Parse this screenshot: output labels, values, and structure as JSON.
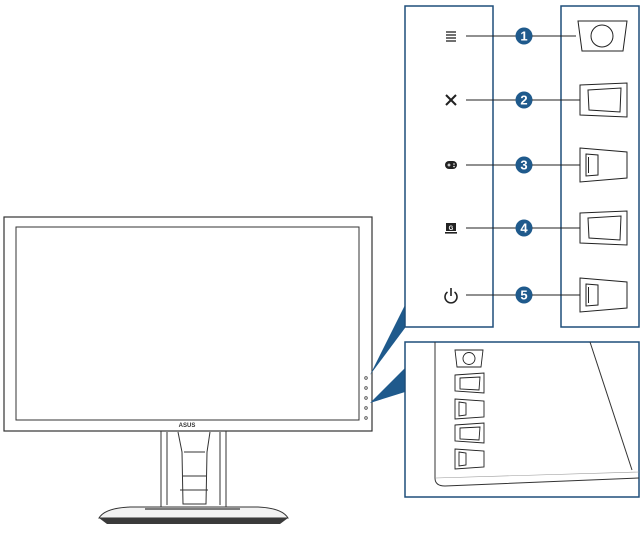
{
  "brand_logo": "ASUS",
  "callouts": [
    {
      "number": "1",
      "icon": "menu-icon"
    },
    {
      "number": "2",
      "icon": "close-icon"
    },
    {
      "number": "3",
      "icon": "gameplus-icon"
    },
    {
      "number": "4",
      "icon": "gamevisual-icon"
    },
    {
      "number": "5",
      "icon": "power-icon"
    }
  ],
  "colors": {
    "frame_blue": "#1f4e7a",
    "badge_blue": "#1f5a8c",
    "line": "#222222"
  }
}
